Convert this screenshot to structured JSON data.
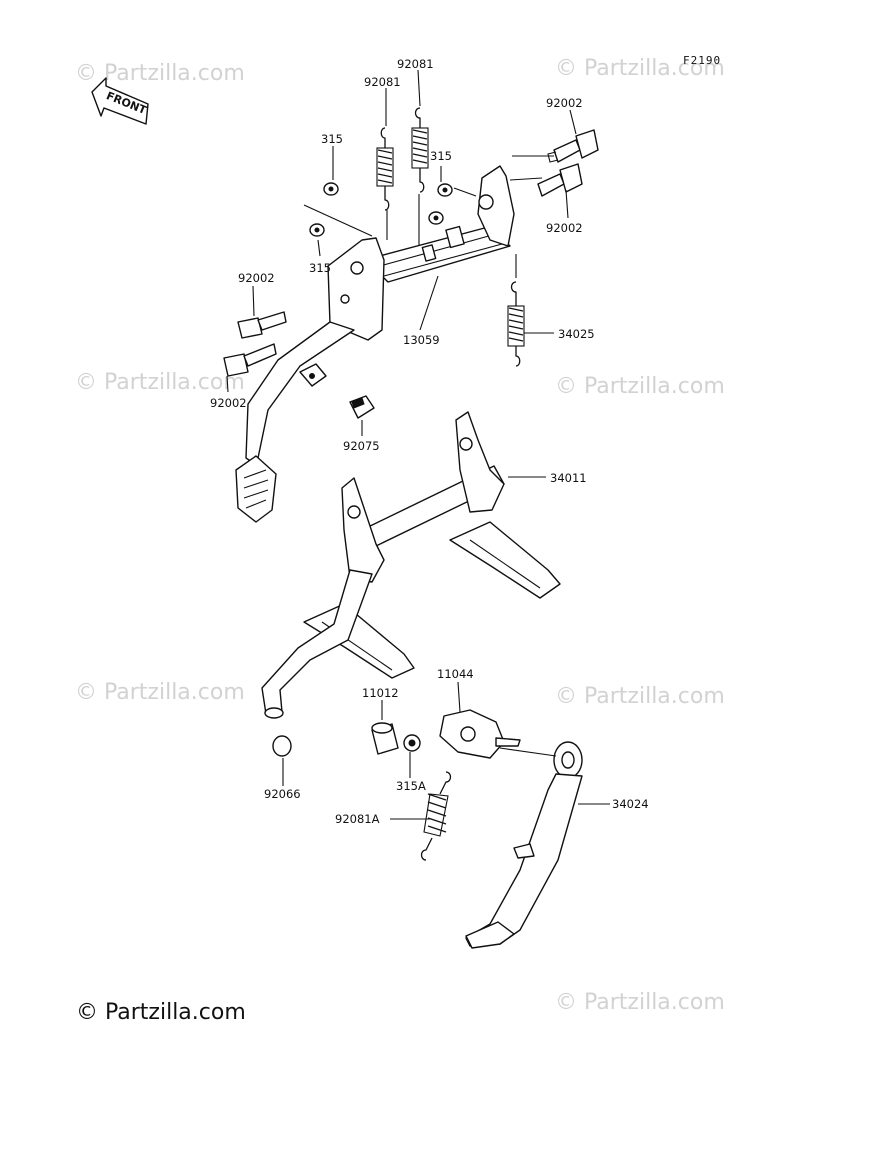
{
  "figure_code": "F2190",
  "front_label": "FRONT",
  "watermark_text": "© Partzilla.com",
  "copyright_text": "© Partzilla.com",
  "callouts": {
    "c92081_a": "92081",
    "c92081_b": "92081",
    "c92002_a": "92002",
    "c92002_b": "92002",
    "c315_a": "315",
    "c315_b": "315",
    "c315_c": "315",
    "c92002_c": "92002",
    "c92002_d": "92002",
    "c13059": "13059",
    "c34025": "34025",
    "c92075": "92075",
    "c34011": "34011",
    "c11044": "11044",
    "c11012": "11012",
    "c315A": "315A",
    "c92066": "92066",
    "c92081A": "92081A",
    "c34024": "34024"
  }
}
